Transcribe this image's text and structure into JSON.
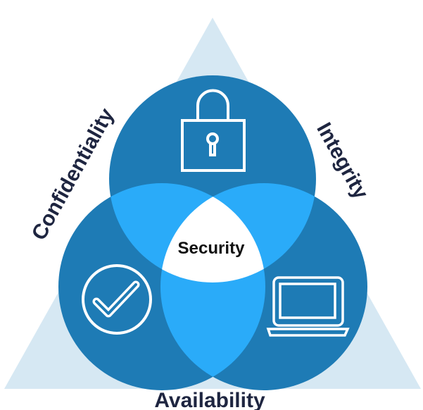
{
  "title": "Security",
  "labels": {
    "confidentiality": "Confidentiality",
    "integrity": "Integrity",
    "availability": "Availability",
    "center": "Security"
  },
  "icons": {
    "top": "padlock-icon",
    "left": "checkmark-circle-icon",
    "right": "laptop-icon"
  },
  "colors": {
    "triangle": "#d6e8f3",
    "circle": "#1e7bb5",
    "overlap": "#2aabf9",
    "center": "#ffffff",
    "text": "#1e2540"
  }
}
